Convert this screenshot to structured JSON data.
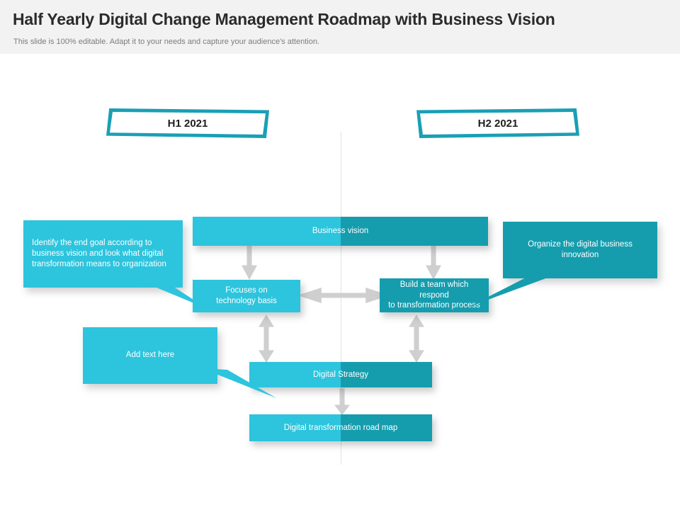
{
  "header": {
    "title": "Half Yearly Digital Change Management Roadmap with Business Vision",
    "subtitle": "This slide is 100% editable. Adapt it to your needs and capture your audience's attention."
  },
  "colors": {
    "teal_light": "#2DC4DD",
    "teal_dark": "#159DAE",
    "banner_border": "#1A9FB5",
    "header_band": "#F2F2F2",
    "arrow_gray": "#CFCFCF",
    "title_text": "#2B2B2B",
    "subtitle_text": "#7C7C7C"
  },
  "timeline": {
    "periods": [
      {
        "label": "H1 2021"
      },
      {
        "label": "H2 2021"
      }
    ]
  },
  "diagram": {
    "nodes": [
      {
        "id": "business-vision",
        "label": "Business vision"
      },
      {
        "id": "focuses-on-technology-basis",
        "label": "Focuses on\ntechnology basis"
      },
      {
        "id": "build-a-team",
        "label": "Build a team which respond\nto transformation process"
      },
      {
        "id": "digital-strategy",
        "label": "Digital Strategy"
      },
      {
        "id": "digital-transformation-road-map",
        "label": "Digital transformation road map"
      }
    ],
    "callouts": [
      {
        "id": "identify-end-goal",
        "label": "Identify the end goal according to business vision and look what digital transformation means to organization",
        "tone": "light"
      },
      {
        "id": "organize-digital-business-innovation",
        "label": "Organize the digital business innovation",
        "tone": "dark"
      },
      {
        "id": "add-text-here",
        "label": "Add text here",
        "tone": "light"
      }
    ]
  }
}
